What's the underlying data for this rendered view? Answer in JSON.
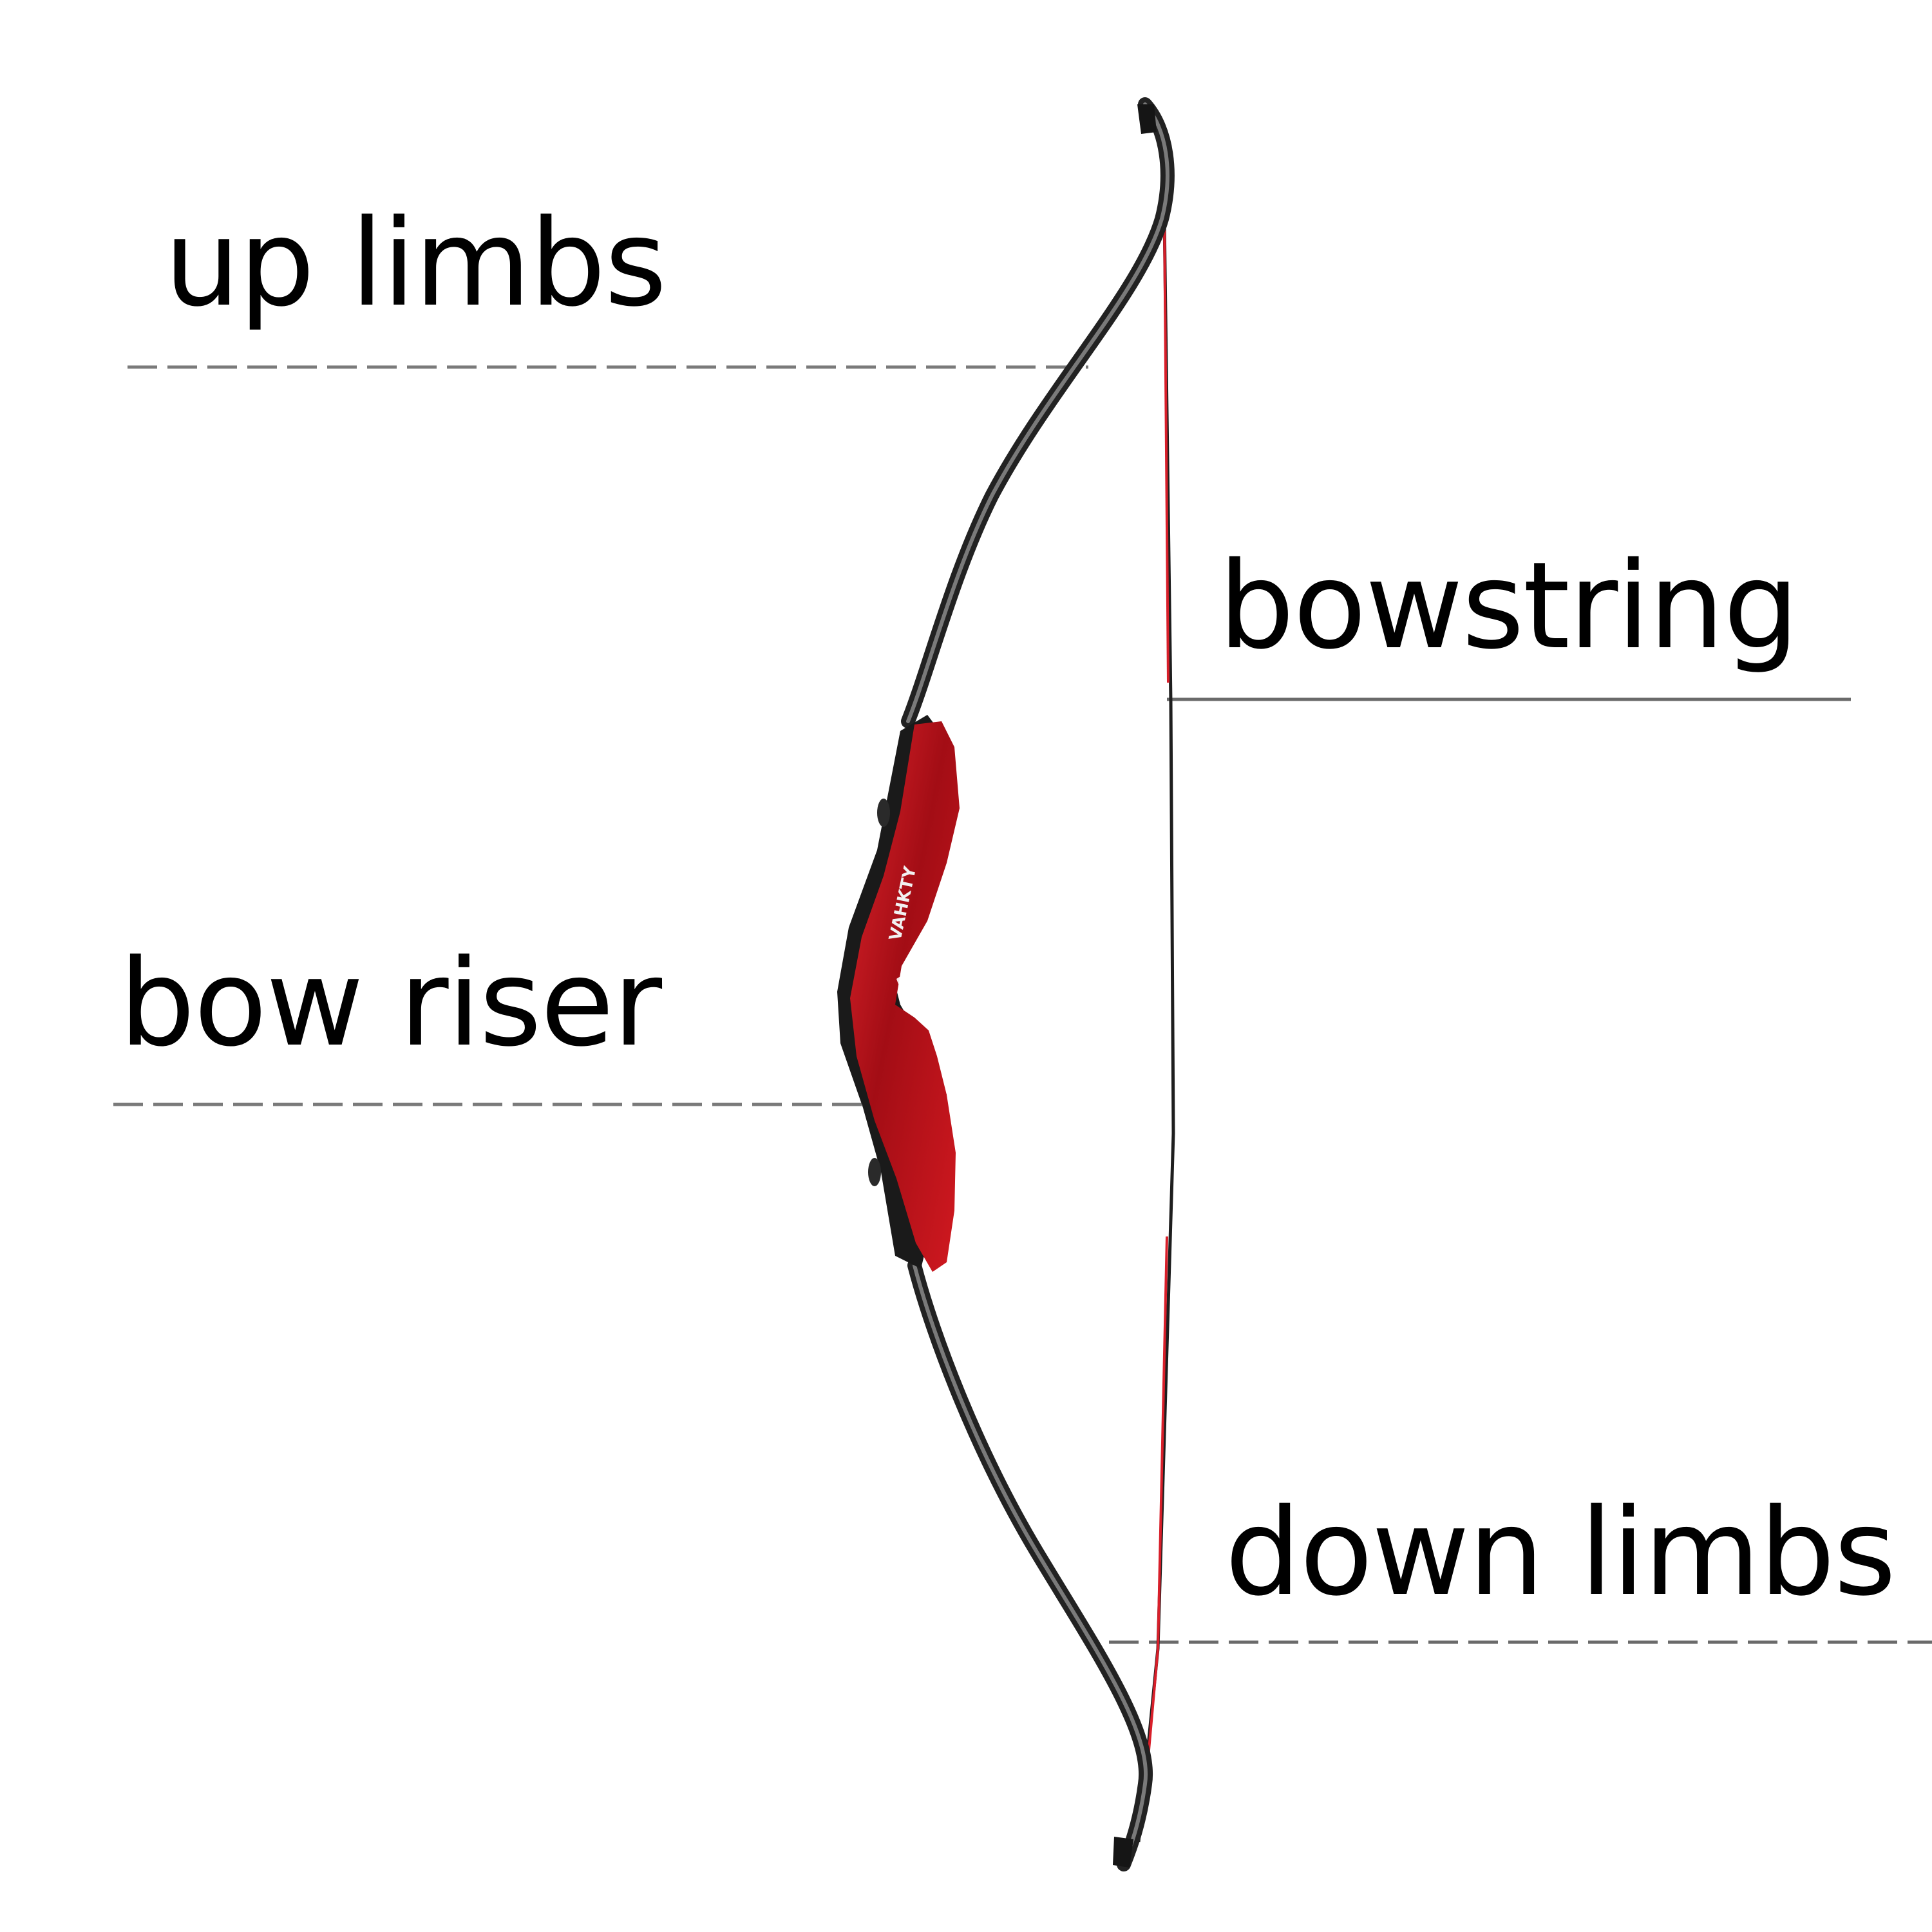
{
  "labels": {
    "up_limbs": "up limbs",
    "bowstring": "bowstring",
    "bow_riser": "bow riser",
    "down_limbs": "down limbs"
  },
  "riser_brand_text": "VAHKTY",
  "colors": {
    "background": "#ffffff",
    "text": "#000000",
    "leader_line": "#7a7a7a",
    "limb": "#3a3a3a",
    "riser_red": "#c0121b",
    "riser_black": "#1a1a1a",
    "bowstring_red": "#d81f2a",
    "bowstring_black": "#1e1e1e"
  }
}
